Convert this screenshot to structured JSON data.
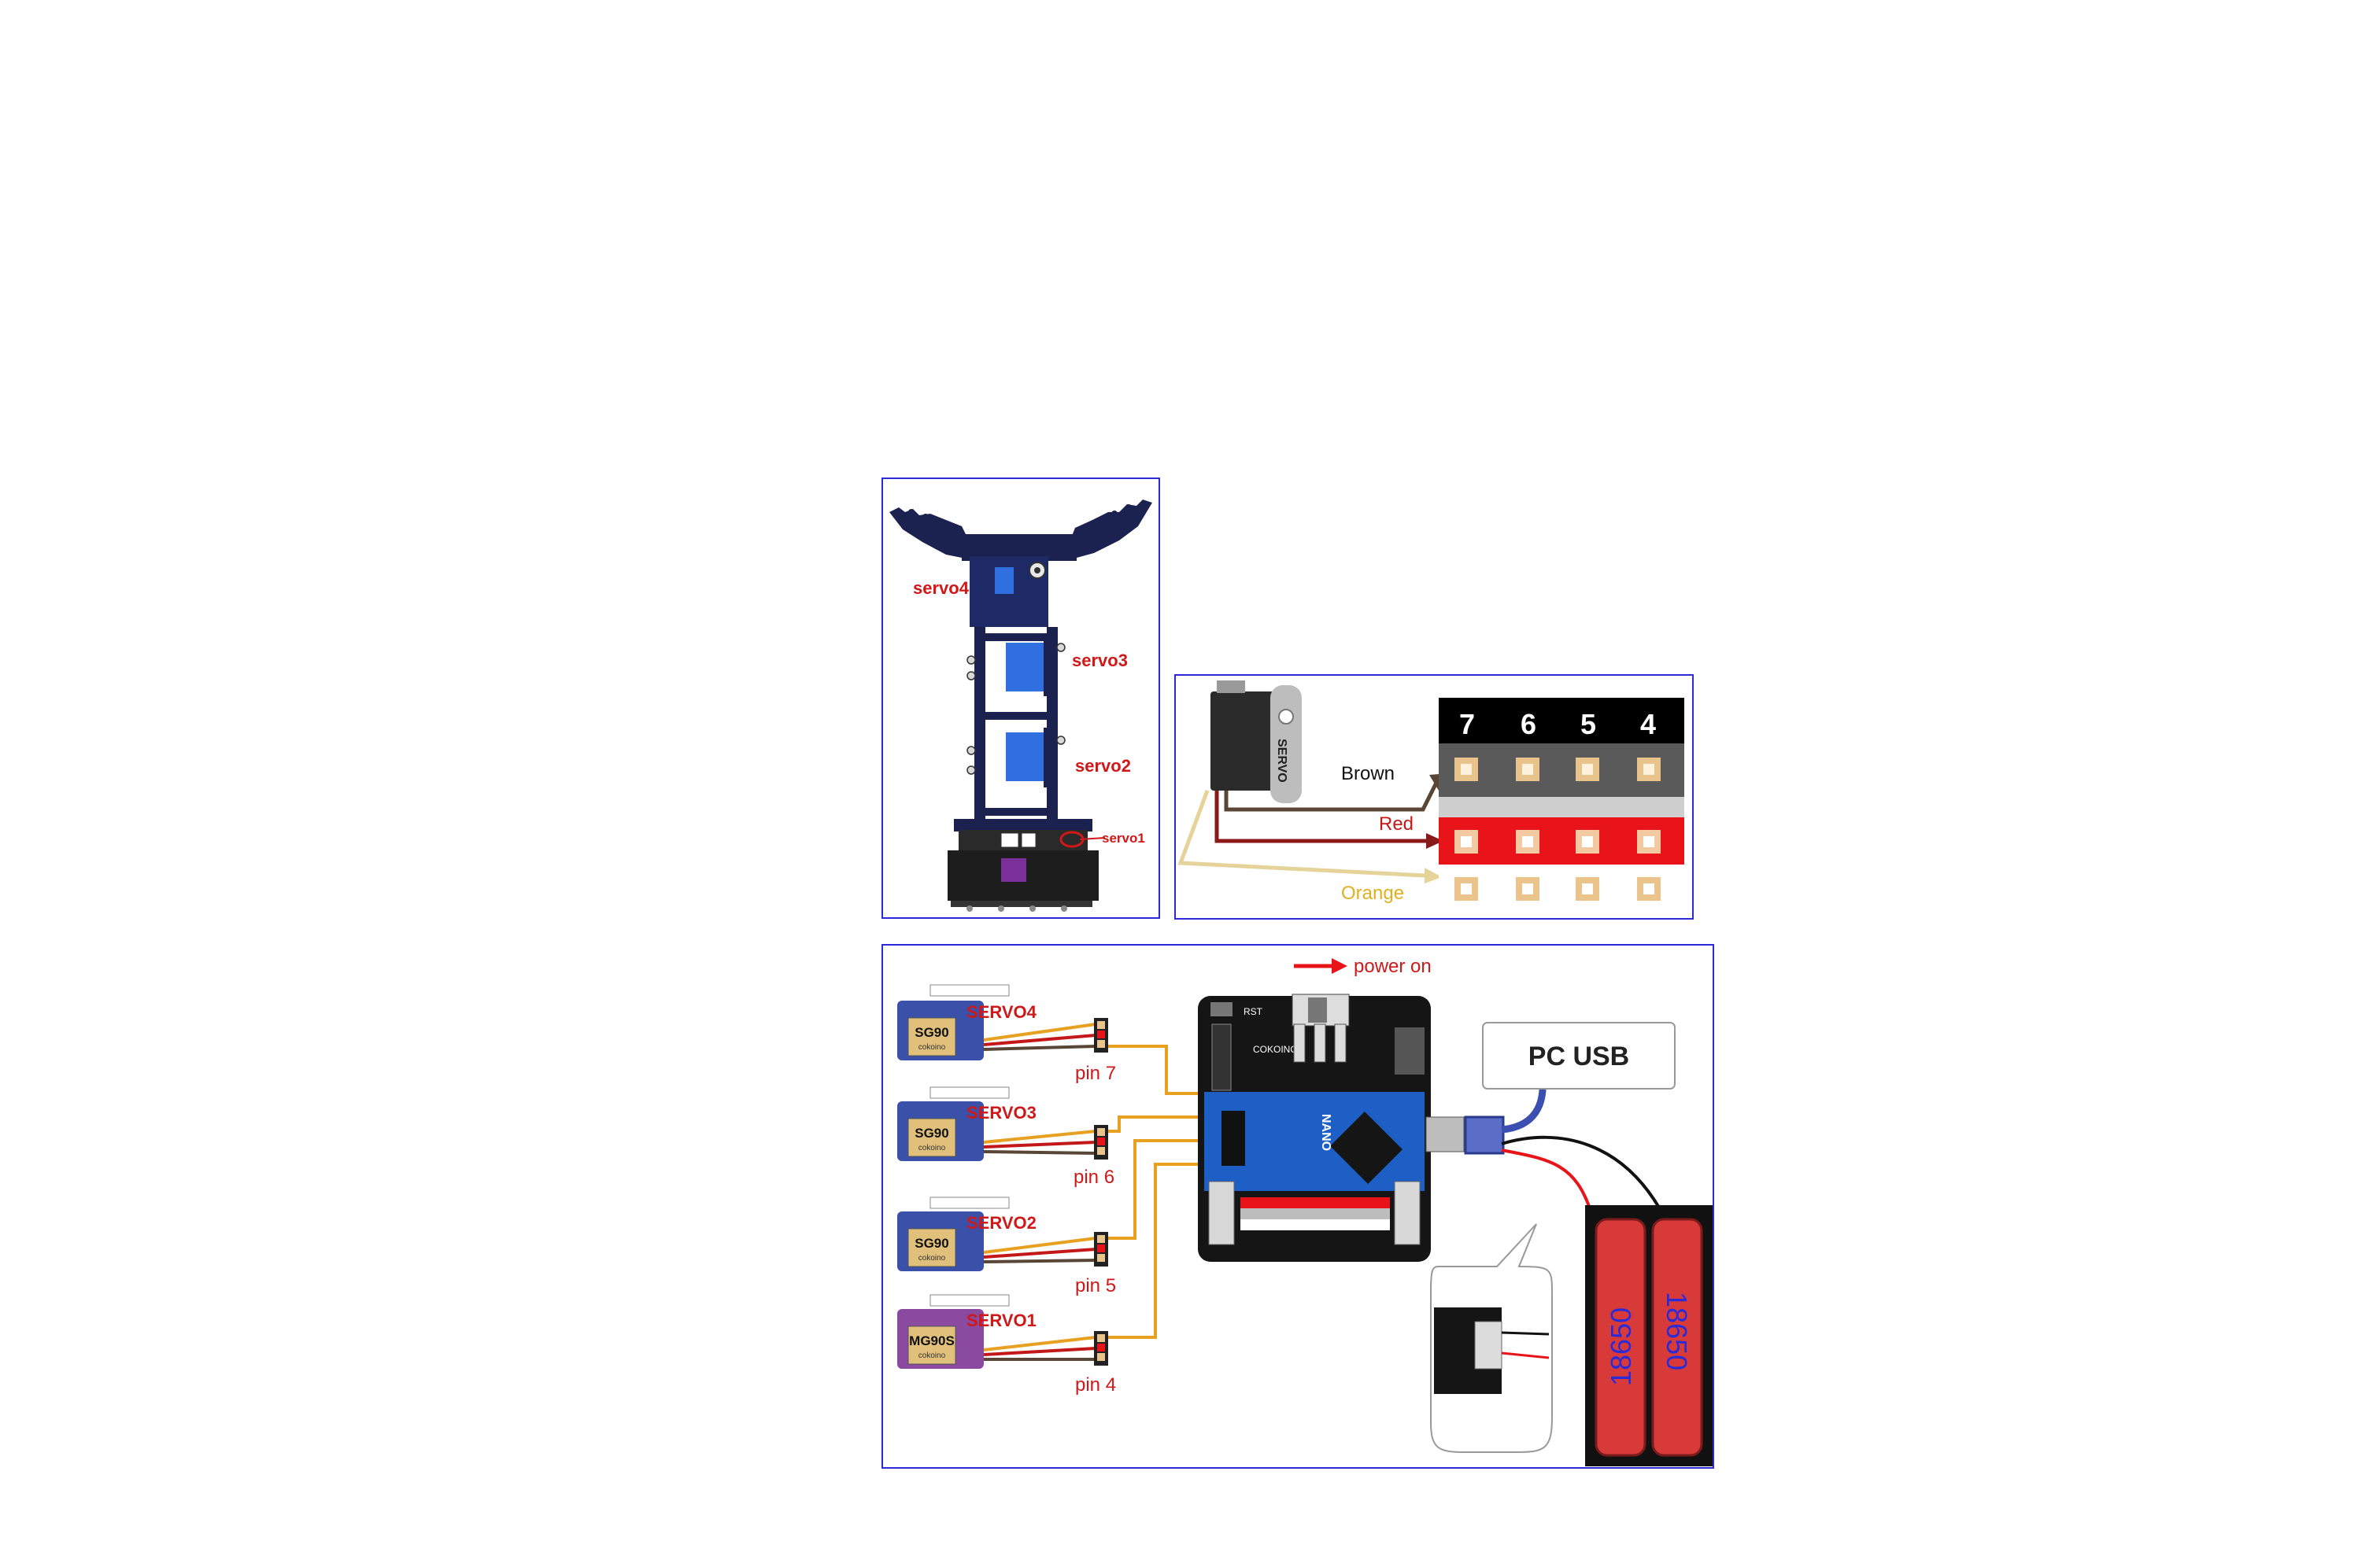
{
  "arm_panel": {
    "labels": {
      "servo4": "servo4",
      "servo3": "servo3",
      "servo2": "servo2",
      "servo1": "servo1"
    }
  },
  "wire_panel": {
    "servo_text": "SERVO",
    "pins": [
      "7",
      "6",
      "5",
      "4"
    ],
    "wires": {
      "brown": "Brown",
      "red": "Red",
      "orange": "Orange"
    }
  },
  "wiring_panel": {
    "servos": [
      {
        "label": "SERVO4",
        "model": "SG90",
        "brand": "cokoino",
        "pin": "pin 7"
      },
      {
        "label": "SERVO3",
        "model": "SG90",
        "brand": "cokoino",
        "pin": "pin 6"
      },
      {
        "label": "SERVO2",
        "model": "SG90",
        "brand": "cokoino",
        "pin": "pin 5"
      },
      {
        "label": "SERVO1",
        "model": "MG90S",
        "brand": "cokoino",
        "pin": "pin 4"
      }
    ],
    "power_on": "power on",
    "pc_usb": "PC USB",
    "battery_label": "18650",
    "board_text": {
      "nano": "NANO",
      "rst": "RST",
      "brand": "COKOINO"
    }
  },
  "colors": {
    "panel_border": "#2a2ad8",
    "label_red": "#d01818",
    "wire_brown": "#5a4636",
    "wire_red": "#b01010",
    "wire_orange": "#e8a020",
    "servo_blue": "#2f6fe0",
    "board_blue": "#1d5fc4",
    "battery_red": "#d83a3a"
  }
}
